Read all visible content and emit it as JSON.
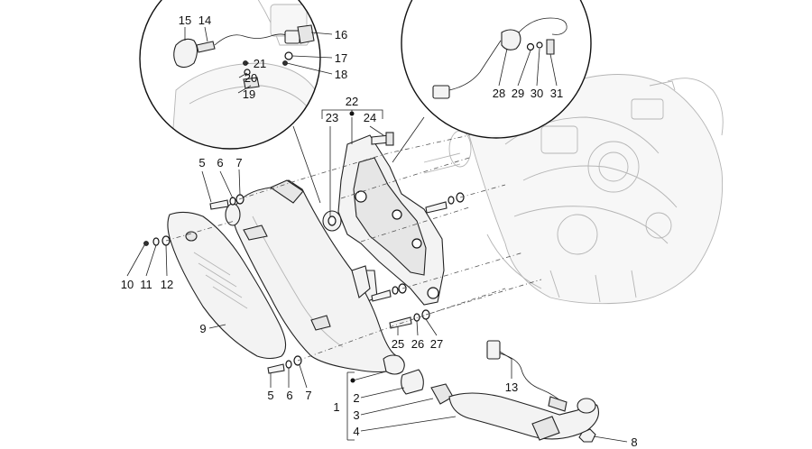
{
  "labels": {
    "l1": "1",
    "l2": "2",
    "l3": "3",
    "l4": "4",
    "l5a": "5",
    "l6a": "6",
    "l7a": "7",
    "l5b": "5",
    "l6b": "6",
    "l7b": "7",
    "l8": "8",
    "l9": "9",
    "l10": "10",
    "l11": "11",
    "l12": "12",
    "l13": "13",
    "l14": "14",
    "l15": "15",
    "l16": "16",
    "l17": "17",
    "l18": "18",
    "l19": "19",
    "l20": "20",
    "l21": "21",
    "l22": "22",
    "l23": "23",
    "l24": "24",
    "l25": "25",
    "l26": "26",
    "l27": "27",
    "l28": "28",
    "l29": "29",
    "l30": "30",
    "l31": "31"
  }
}
